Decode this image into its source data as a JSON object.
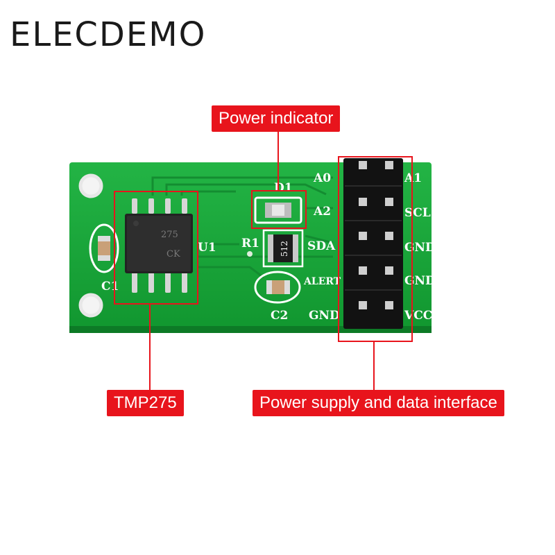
{
  "brand": "ELECDEMO",
  "callouts": {
    "power_indicator": "Power indicator",
    "chip": "TMP275",
    "interface": "Power supply and data interface"
  },
  "board": {
    "labels": {
      "c1": "C1",
      "u1": "U1",
      "d1": "D1",
      "r1": "R1",
      "r1_value": "512",
      "c2": "C2",
      "chip_marking_1": "275",
      "chip_marking_2": "CK"
    },
    "pins_left": [
      "A0",
      "A2",
      "SDA",
      "ALERT",
      "GND"
    ],
    "pins_right": [
      "A1",
      "SCL",
      "GND",
      "GND",
      "VCC"
    ]
  },
  "colors": {
    "pcb": "#19a53a",
    "callout": "#e8141c"
  }
}
